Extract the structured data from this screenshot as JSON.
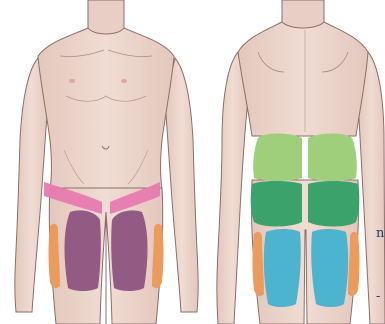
{
  "colors": {
    "skin": "#ecd6cd",
    "skin_shadow": "#dcc1b6",
    "outline": "#8a7069",
    "groin": "#e77ab0",
    "inner_thigh": "#935b84",
    "outer_thigh": "#eb9b5c",
    "upper_buttock": "#9fcf7a",
    "lower_buttock": "#3aa26a",
    "back_thigh": "#4cb4cf",
    "clipped_text": "#1d3e66"
  },
  "views": [
    {
      "name": "front",
      "regions": [
        "groin",
        "inner-thigh",
        "outer-thigh"
      ]
    },
    {
      "name": "back",
      "regions": [
        "upper-buttock",
        "lower-buttock",
        "back-thigh",
        "outer-thigh"
      ]
    }
  ],
  "clipped_text": [
    "n",
    "-"
  ]
}
